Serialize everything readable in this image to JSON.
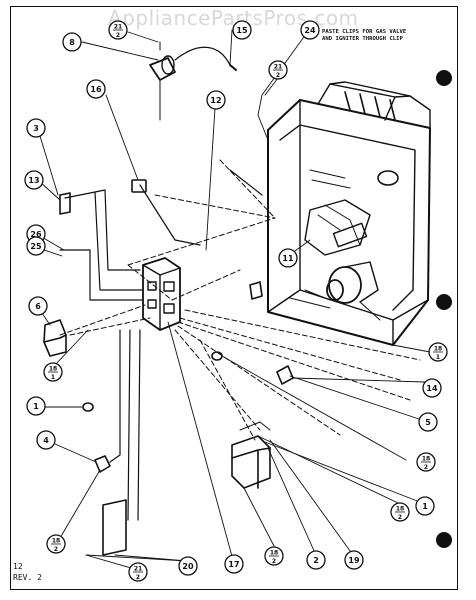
{
  "watermark": "AppliancePartsPros.com",
  "note": "PASTE CLIPS FOR GAS VALVE\nAND IGNITER THROUGH CLIP",
  "page": {
    "number": "12",
    "revision": "REV. 2"
  },
  "callouts": [
    {
      "id": "c8",
      "label": "8"
    },
    {
      "id": "c21a",
      "label": "21\n2"
    },
    {
      "id": "c15",
      "label": "15"
    },
    {
      "id": "c24",
      "label": "24"
    },
    {
      "id": "c21b",
      "label": "21\n2"
    },
    {
      "id": "c16",
      "label": "16"
    },
    {
      "id": "c12",
      "label": "12"
    },
    {
      "id": "c3",
      "label": "3"
    },
    {
      "id": "c13",
      "label": "13"
    },
    {
      "id": "c11",
      "label": "11"
    },
    {
      "id": "c26",
      "label": "26"
    },
    {
      "id": "c25",
      "label": "25"
    },
    {
      "id": "c6",
      "label": "6"
    },
    {
      "id": "c18a",
      "label": "18\n1"
    },
    {
      "id": "c18b",
      "label": "18\n1"
    },
    {
      "id": "c14",
      "label": "14"
    },
    {
      "id": "c1a",
      "label": "1"
    },
    {
      "id": "c5",
      "label": "5"
    },
    {
      "id": "c18c",
      "label": "18\n2"
    },
    {
      "id": "c4",
      "label": "4"
    },
    {
      "id": "c1b",
      "label": "1"
    },
    {
      "id": "c18d",
      "label": "18\n2"
    },
    {
      "id": "c18e",
      "label": "18\n2"
    },
    {
      "id": "c18f",
      "label": "18\n2"
    },
    {
      "id": "c2",
      "label": "2"
    },
    {
      "id": "c19",
      "label": "19"
    },
    {
      "id": "c17",
      "label": "17"
    },
    {
      "id": "c20",
      "label": "20"
    },
    {
      "id": "c21c",
      "label": "21\n2"
    }
  ]
}
